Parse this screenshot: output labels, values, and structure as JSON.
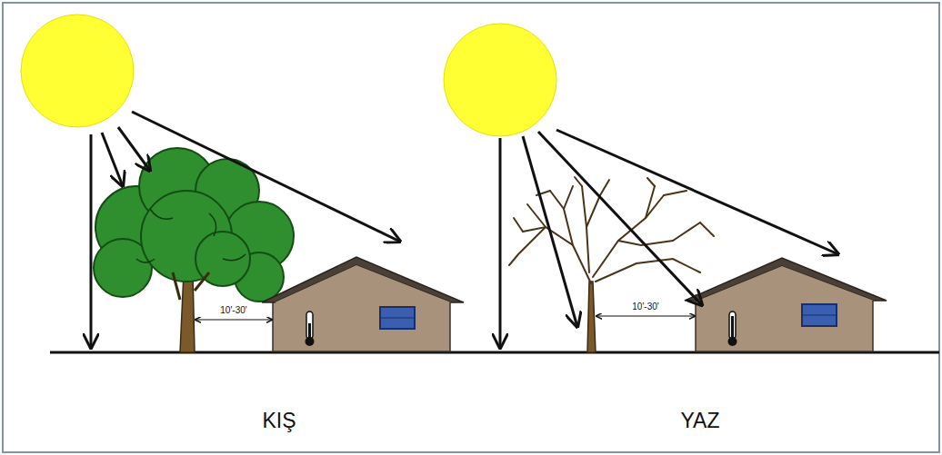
{
  "diagram": {
    "labels": [
      "10'-30'",
      "KIŞ",
      "10'-30'",
      "YAZ"
    ]
  }
}
